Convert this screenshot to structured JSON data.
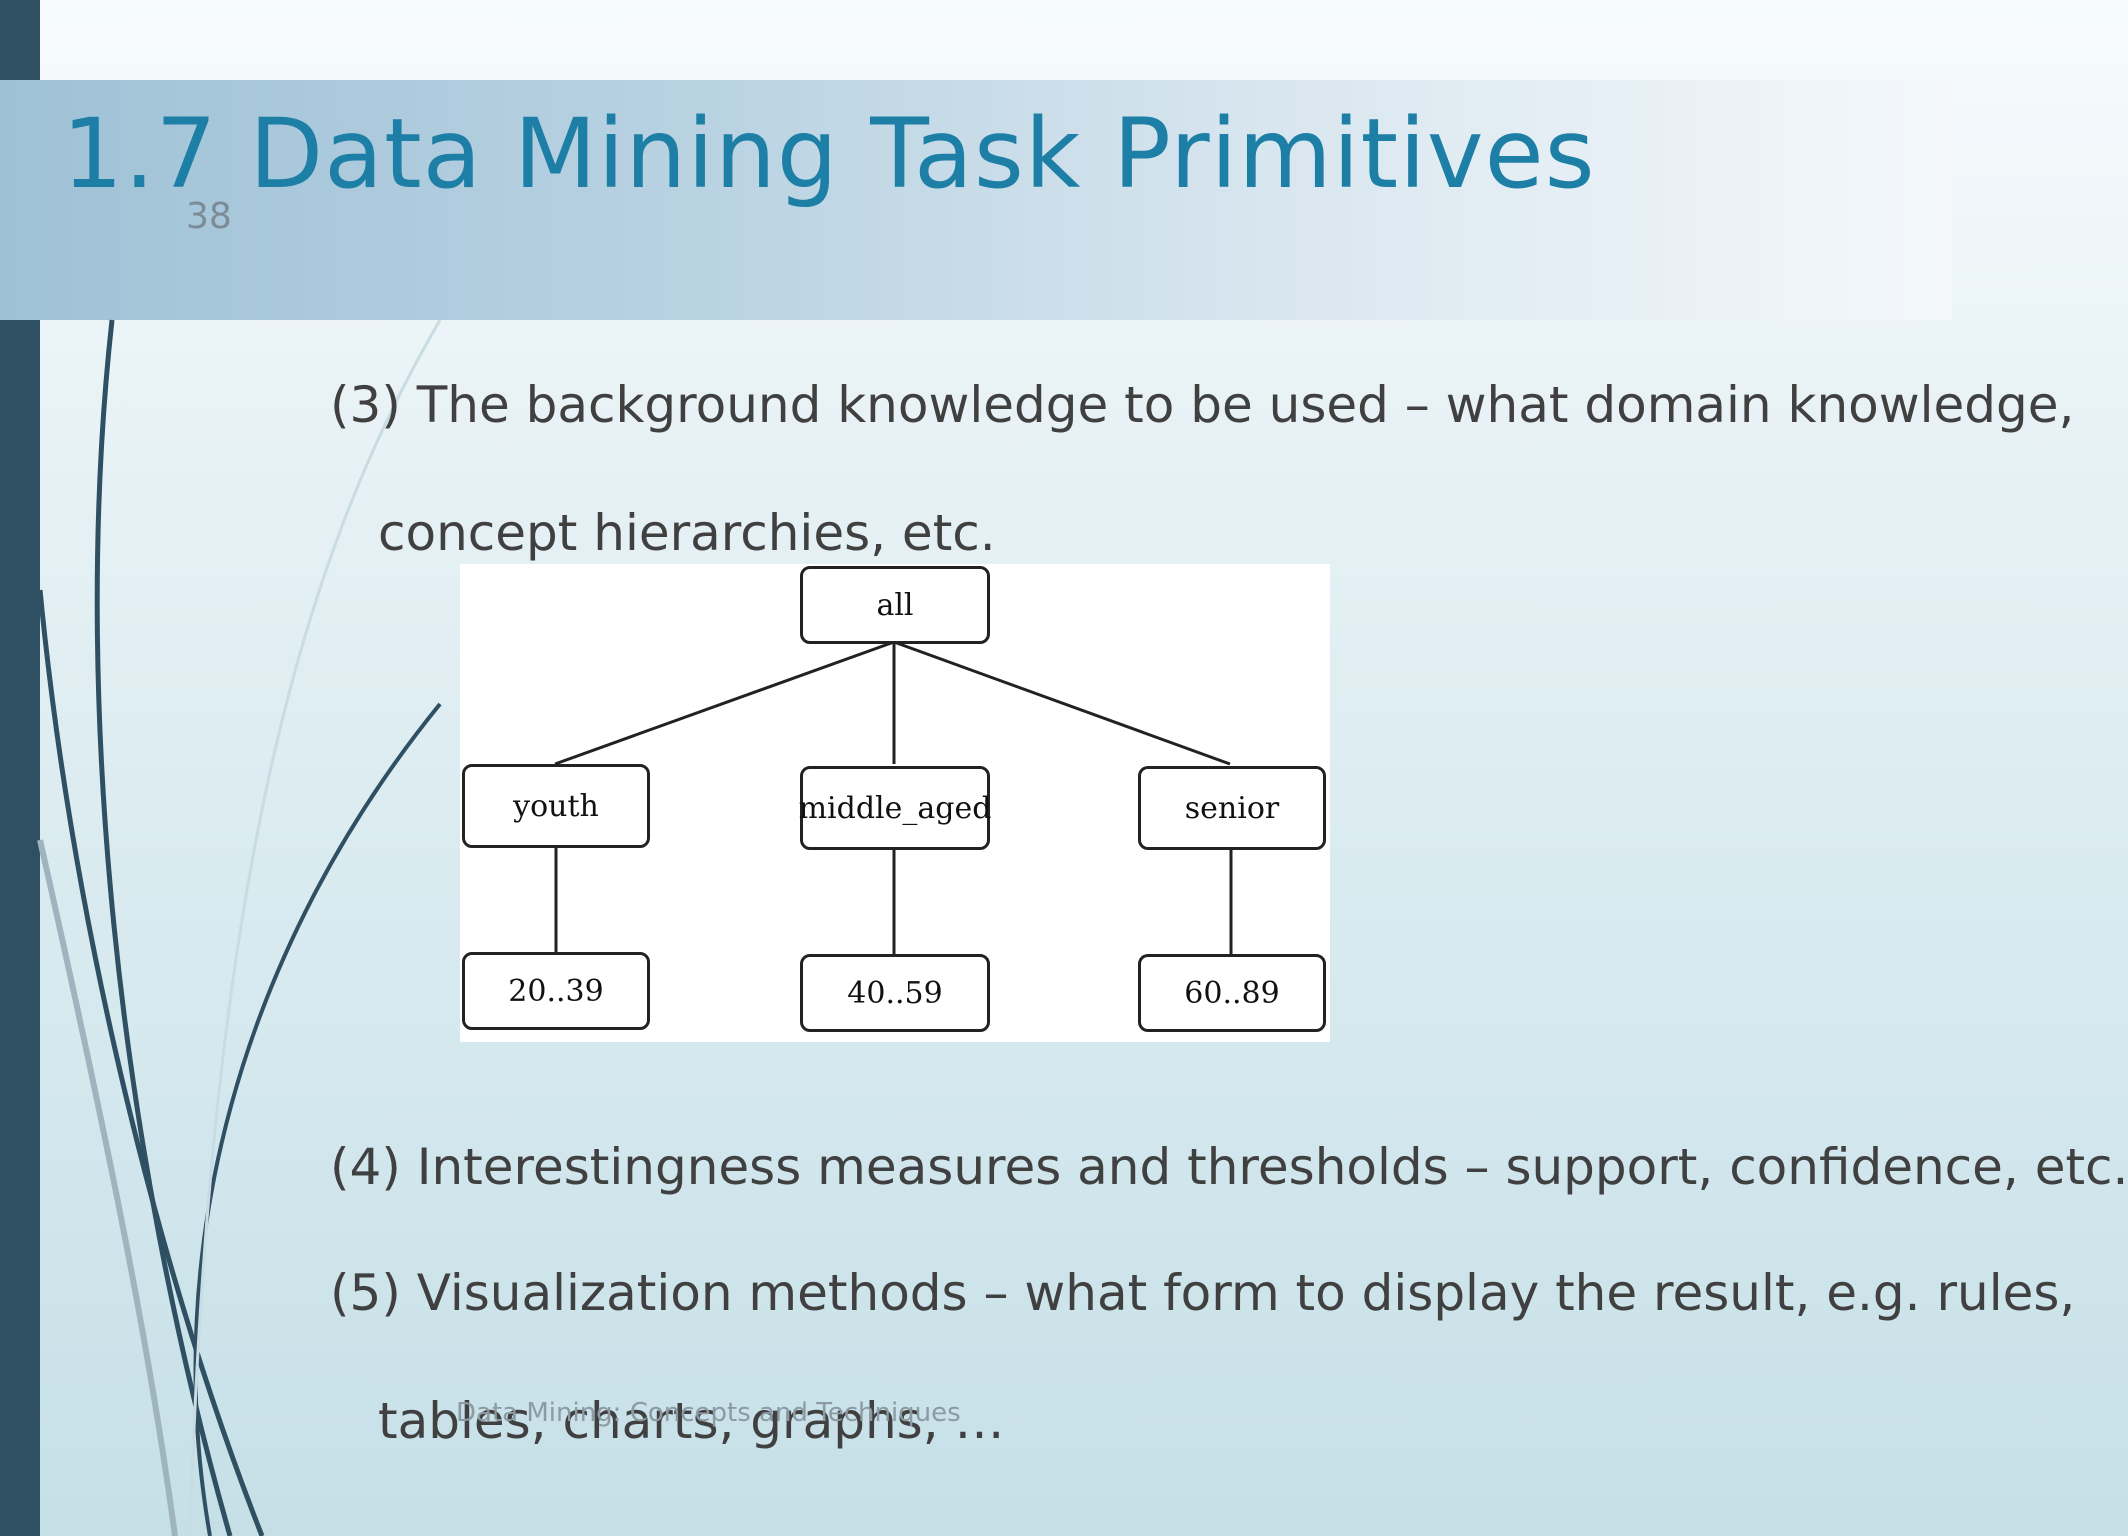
{
  "slide": {
    "title": "1.7 Data Mining Task Primitives",
    "number": "38",
    "footer": "Data Mining: Concepts and Techniques"
  },
  "bullets": {
    "b3_line1": "(3) The background knowledge to be used – what domain knowledge,",
    "b3_line2": "concept hierarchies, etc.",
    "b4": "(4) Interestingness measures and thresholds – support, confidence, etc.",
    "b5_line1": "(5) Visualization methods – what form to display the result, e.g. rules,",
    "b5_line2": "tables, charts, graphs, …"
  },
  "hierarchy": {
    "root": "all",
    "children": [
      {
        "label": "youth",
        "range": "20..39"
      },
      {
        "label": "middle_aged",
        "range": "40..59"
      },
      {
        "label": "senior",
        "range": "60..89"
      }
    ]
  },
  "colors": {
    "title": "#1e7fa6",
    "left_bar": "#2f4f63",
    "body_text": "#404040"
  }
}
